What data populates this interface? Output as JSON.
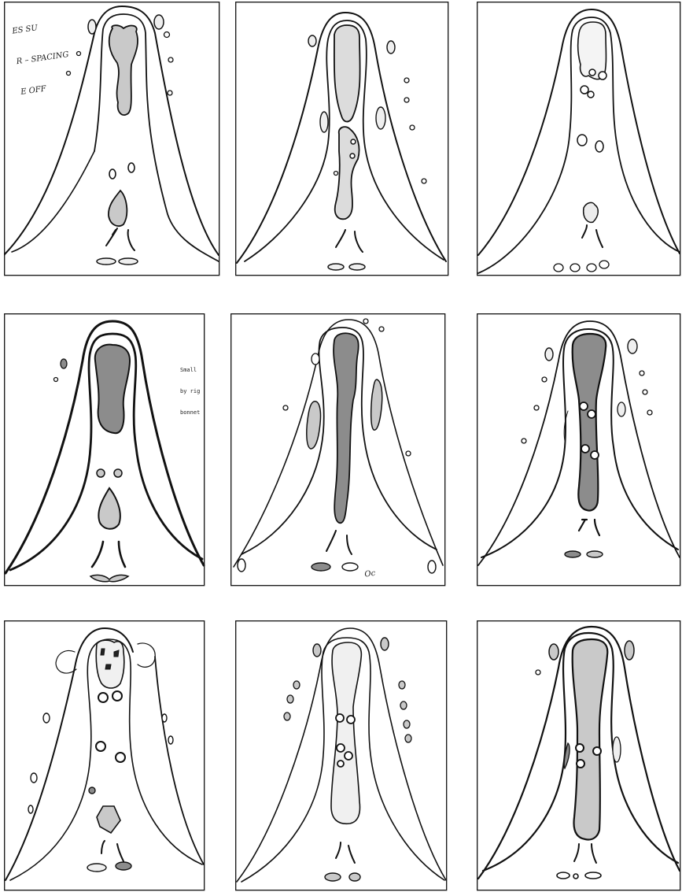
{
  "colors": {
    "background": "#ffffff",
    "ink": "#111111",
    "stipple_fill": "#c9c9c9",
    "dark_stipple_fill": "#8c8c8c",
    "light_fill": "#efefef"
  },
  "panels": [
    {
      "id": "p1",
      "handwritten_note": [
        "ES SU",
        "R – SPACING",
        "E OFF"
      ]
    },
    {
      "id": "p2"
    },
    {
      "id": "p3"
    },
    {
      "id": "p4",
      "typed_note": [
        "Small",
        "by rig",
        "bonnet"
      ]
    },
    {
      "id": "p5",
      "handwritten_note": [
        "Oc"
      ]
    },
    {
      "id": "p6"
    },
    {
      "id": "p7"
    },
    {
      "id": "p8"
    },
    {
      "id": "p9"
    }
  ]
}
